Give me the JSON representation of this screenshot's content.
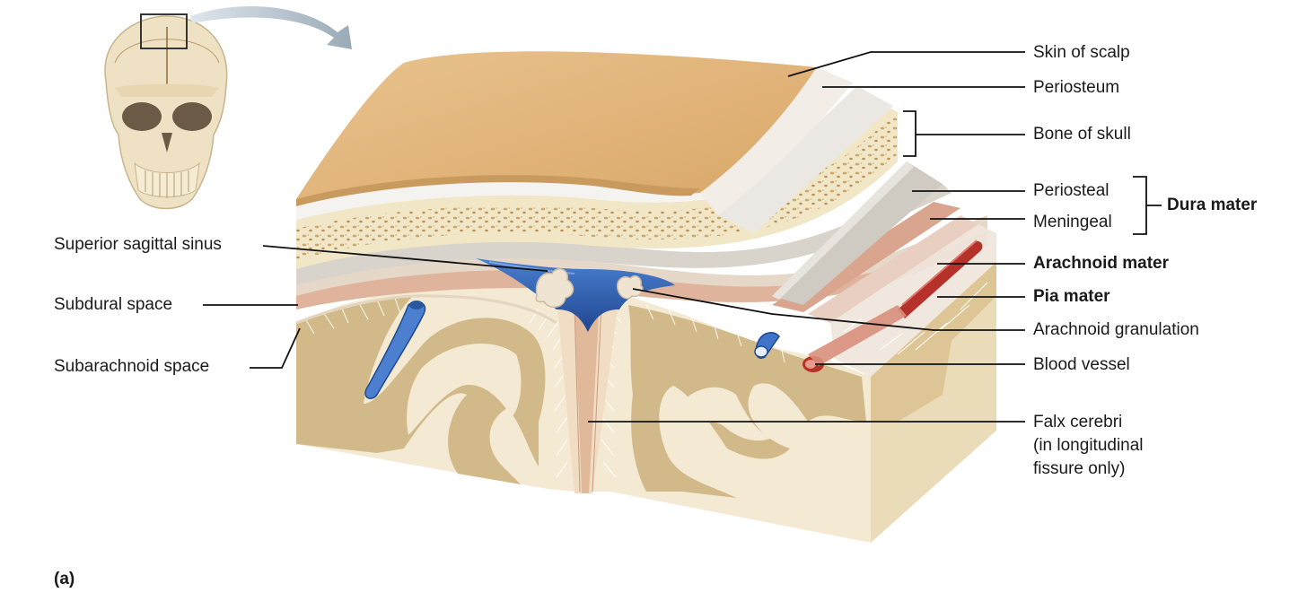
{
  "figure": {
    "panel_label": "(a)",
    "colors": {
      "scalp": "#e3b57d",
      "periosteum": "#f3efe8",
      "bone": "#f1e6c6",
      "bone_speckle": "#c9a76e",
      "dura": "#d8d4cc",
      "meningeal": "#d9a58e",
      "sinus": "#2f5fb3",
      "vessel_red": "#b5312a",
      "gray_matter": "#d2b98a",
      "white_matter": "#f4ead4",
      "leader": "#111111"
    },
    "labels_right": [
      {
        "id": "skin-of-scalp",
        "text": "Skin of scalp",
        "bold": false
      },
      {
        "id": "periosteum",
        "text": "Periosteum",
        "bold": false
      },
      {
        "id": "bone-of-skull",
        "text": "Bone of skull",
        "bold": false
      },
      {
        "id": "periosteal",
        "text": "Periosteal",
        "bold": false
      },
      {
        "id": "meningeal",
        "text": "Meningeal",
        "bold": false
      },
      {
        "id": "arachnoid-mater",
        "text": "Arachnoid mater",
        "bold": true
      },
      {
        "id": "pia-mater",
        "text": "Pia mater",
        "bold": true
      },
      {
        "id": "arachnoid-granulation",
        "text": "Arachnoid granulation",
        "bold": false
      },
      {
        "id": "blood-vessel",
        "text": "Blood vessel",
        "bold": false
      }
    ],
    "dura_group": {
      "text": "Dura mater"
    },
    "falx": {
      "lines": [
        "Falx cerebri",
        "(in longitudinal",
        "fissure only)"
      ]
    },
    "labels_left": [
      {
        "id": "superior-sagittal-sinus",
        "text": "Superior sagittal sinus"
      },
      {
        "id": "subdural-space",
        "text": "Subdural space"
      },
      {
        "id": "subarachnoid-space",
        "text": "Subarachnoid space"
      }
    ]
  }
}
